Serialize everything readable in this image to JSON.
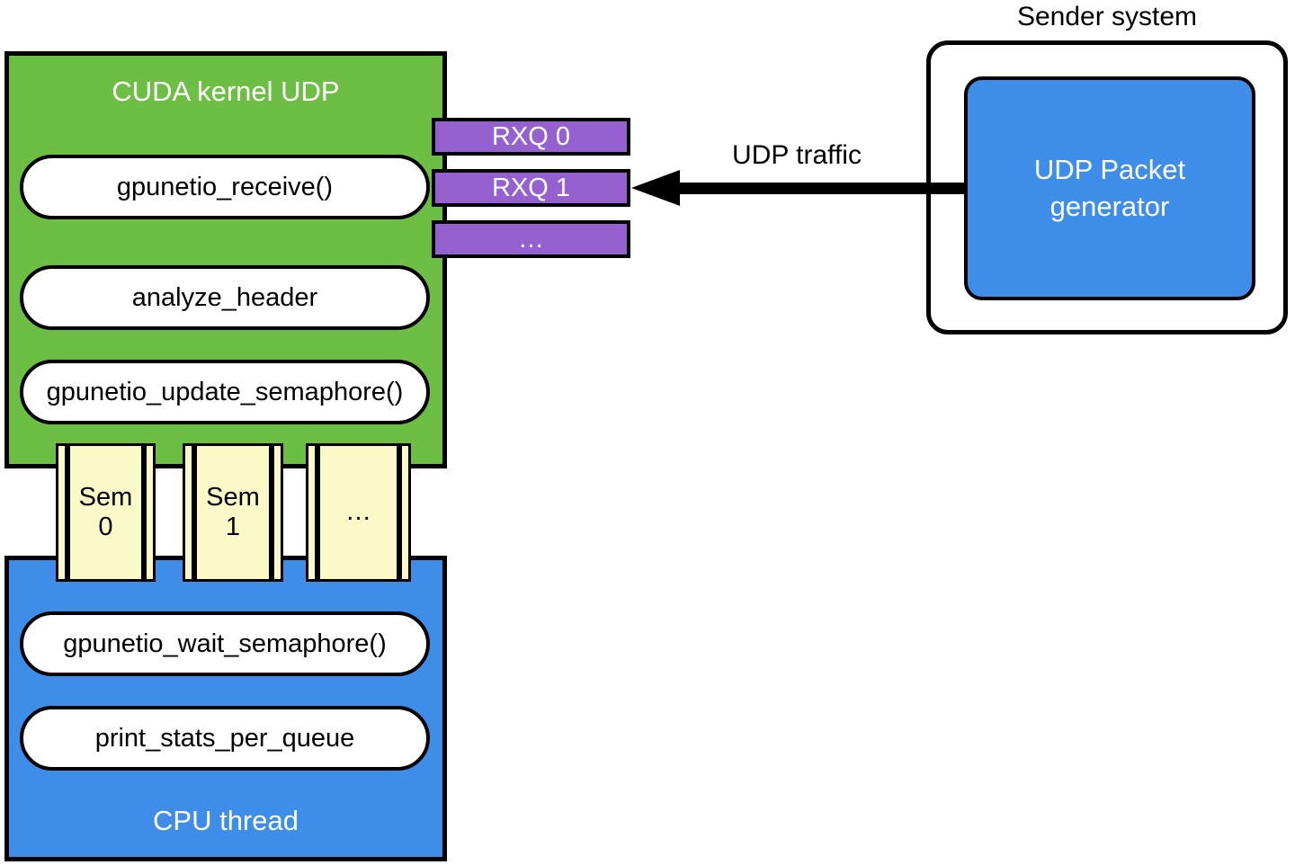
{
  "gpu_block": {
    "title": "CUDA kernel UDP",
    "functions": [
      "gpunetio_receive()",
      "analyze_header",
      "gpunetio_update_semaphore()"
    ]
  },
  "rx_queues": [
    "RXQ 0",
    "RXQ 1",
    "…"
  ],
  "arrow": {
    "label": "UDP traffic"
  },
  "sender": {
    "title": "Sender system",
    "generator_line1": "UDP Packet",
    "generator_line2": "generator"
  },
  "semaphores": [
    {
      "line1": "Sem",
      "line2": "0"
    },
    {
      "line1": "Sem",
      "line2": "1"
    },
    {
      "line1": "…",
      "line2": ""
    }
  ],
  "cpu_block": {
    "title": "CPU thread",
    "functions": [
      "gpunetio_wait_semaphore()",
      "print_stats_per_queue"
    ]
  },
  "colors": {
    "green": "#6CBE44",
    "purple": "#9560CF",
    "blue": "#3E8EE9",
    "yellow": "#FAF9C8"
  }
}
